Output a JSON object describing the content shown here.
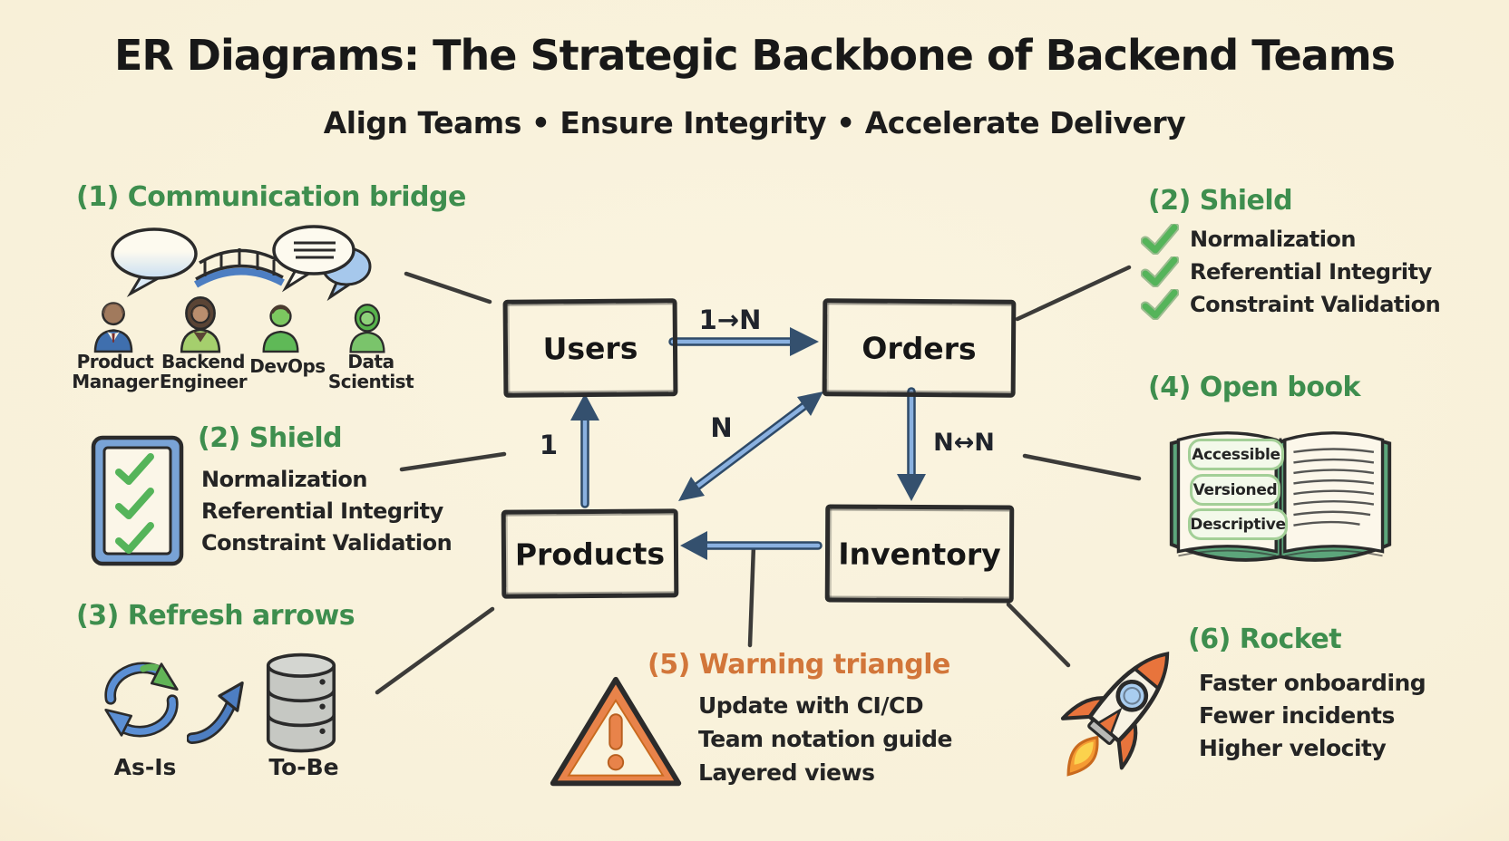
{
  "title": "ER Diagrams: The Strategic Backbone of Backend Teams",
  "subtitle": "Align Teams • Ensure Integrity • Accelerate Delivery",
  "colors": {
    "background": "#f8f0d8",
    "heading_green": "#3e8e4e",
    "heading_orange": "#d2763a",
    "check_green": "#55b45a",
    "arrow_blue": "#7ba6d9",
    "arrow_head_dark": "#34506e",
    "ink": "#2b2b2b"
  },
  "er_model": {
    "entities": [
      "Users",
      "Orders",
      "Products",
      "Inventory"
    ],
    "relationships": [
      {
        "from": "Users",
        "to": "Orders",
        "label": "1→N"
      },
      {
        "from": "Products",
        "to": "Users",
        "label": "1"
      },
      {
        "from": "Products",
        "to": "Orders",
        "label": "N"
      },
      {
        "from": "Orders",
        "to": "Inventory",
        "label": "N↔N"
      },
      {
        "from": "Inventory",
        "to": "Products",
        "label": ""
      }
    ]
  },
  "sections": {
    "communication": {
      "heading": "(1) Communication bridge",
      "roles": [
        {
          "line1": "Product",
          "line2": "Manager"
        },
        {
          "line1": "Backend",
          "line2": "Engineer"
        },
        {
          "line1": "DevOps",
          "line2": ""
        },
        {
          "line1": "Data",
          "line2": "Scientist"
        }
      ]
    },
    "shield_left": {
      "heading": "(2) Shield",
      "items": [
        "Normalization",
        "Referential Integrity",
        "Constraint Validation"
      ]
    },
    "shield_right": {
      "heading": "(2) Shield",
      "items": [
        "Normalization",
        "Referential Integrity",
        "Constraint Validation"
      ]
    },
    "refresh": {
      "heading": "(3) Refresh arrows",
      "labels": [
        "As-Is",
        "To-Be"
      ]
    },
    "book": {
      "heading": "(4) Open book",
      "pills": [
        "Accessible",
        "Versioned",
        "Descriptive"
      ]
    },
    "warning": {
      "heading": "(5) Warning triangle",
      "items": [
        "Update with CI/CD",
        "Team notation guide",
        "Layered views"
      ]
    },
    "rocket": {
      "heading": "(6) Rocket",
      "items": [
        "Faster onboarding",
        "Fewer incidents",
        "Higher velocity"
      ]
    }
  },
  "icons": {
    "communication": [
      "speech-bubble-icon",
      "bridge-icon",
      "speech-bubble-lines-icon",
      "speech-bubble-filled-icon",
      "product-manager-avatar",
      "backend-engineer-avatar",
      "devops-avatar",
      "data-scientist-avatar"
    ],
    "shield_left": "checklist-clipboard-icon",
    "shield_right": "checkmark-icon",
    "refresh": [
      "refresh-cycle-icon",
      "curved-arrow-icon",
      "database-icon"
    ],
    "book": "open-book-icon",
    "warning": "warning-triangle-icon",
    "rocket": "rocket-icon"
  }
}
